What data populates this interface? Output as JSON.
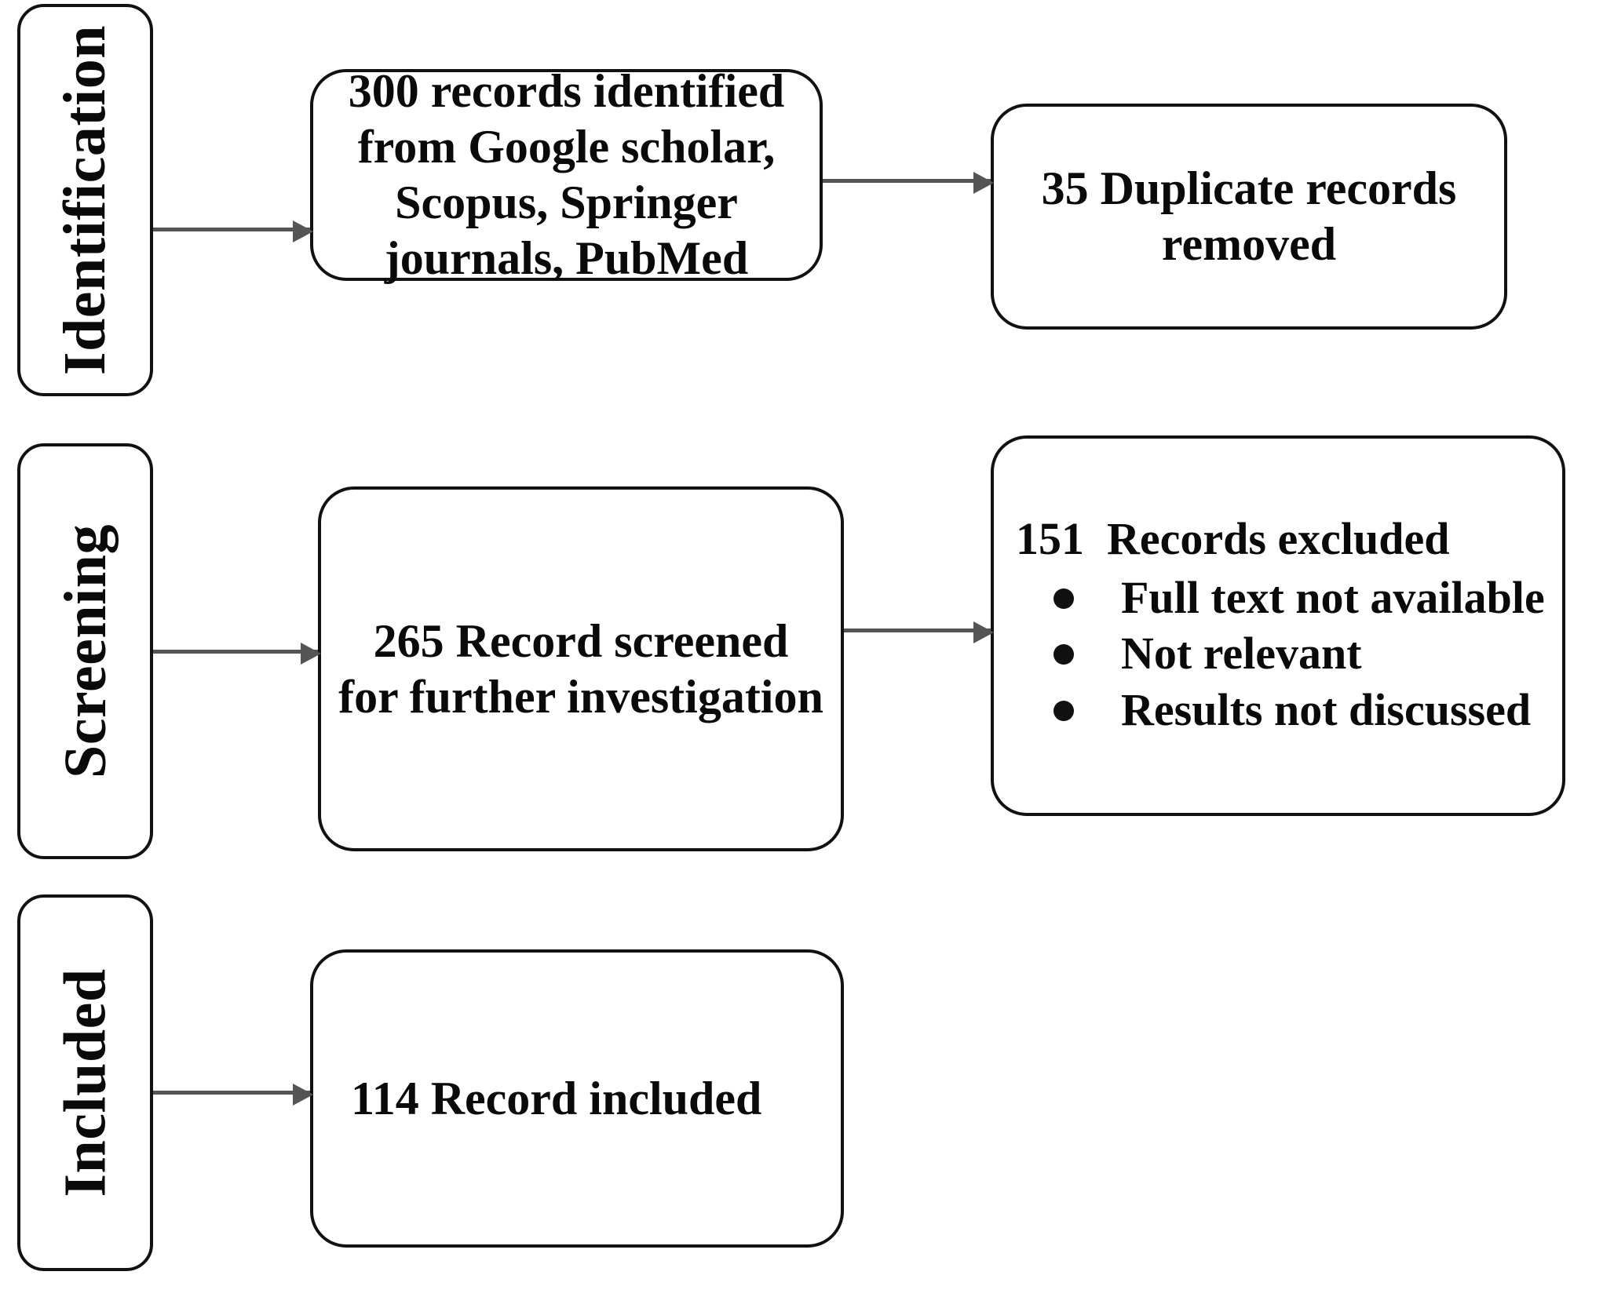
{
  "diagram": {
    "title": "PRISMA record selection flow diagram",
    "line_color": "#555555",
    "border_color": "#111111",
    "background": "#ffffff"
  },
  "stages": [
    {
      "id": "identification",
      "label": "Identification"
    },
    {
      "id": "screening",
      "label": "Screening"
    },
    {
      "id": "included",
      "label": "Included"
    }
  ],
  "nodes": {
    "identified": {
      "count": 300,
      "text": "300 records identified from Google scholar, Scopus,  Springer journals, PubMed"
    },
    "duplicates_removed": {
      "count": 35,
      "text": "35 Duplicate records removed"
    },
    "screened": {
      "count": 265,
      "text": "265 Record screened for further investigation"
    },
    "excluded": {
      "count": 151,
      "heading": "151  Records excluded",
      "reasons": [
        "Full text not available",
        "Not relevant",
        "Results not discussed"
      ]
    },
    "included": {
      "count": 114,
      "text": "114 Record included"
    }
  },
  "arrows": [
    {
      "id": "identification-to-identified",
      "from": "identification",
      "to": "identified"
    },
    {
      "id": "identified-to-duplicates",
      "from": "identified",
      "to": "duplicates_removed"
    },
    {
      "id": "screening-to-screened",
      "from": "screening",
      "to": "screened"
    },
    {
      "id": "screened-to-excluded",
      "from": "screened",
      "to": "excluded"
    },
    {
      "id": "included-to-included-box",
      "from": "included",
      "to": "included_box"
    }
  ]
}
